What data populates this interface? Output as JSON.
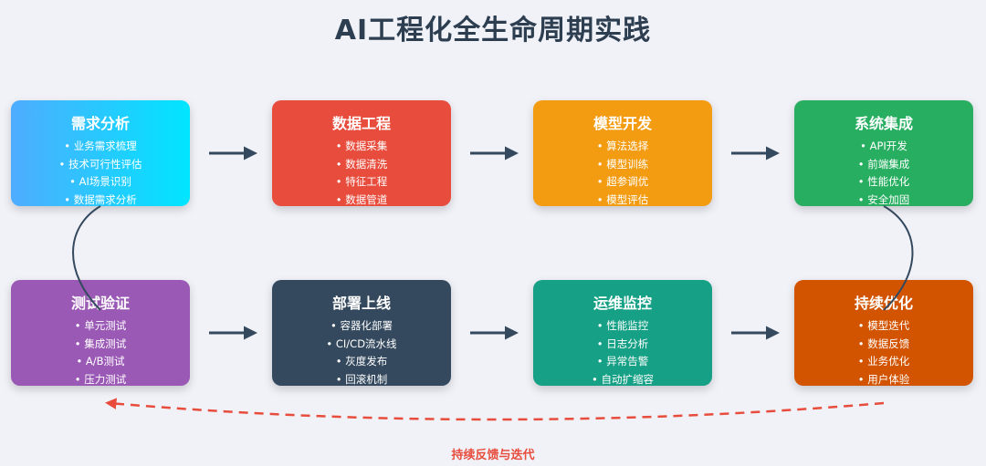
{
  "title": "AI工程化全生命周期实践",
  "stages": [
    {
      "title": "需求分析",
      "color_from": "#4facfe",
      "color_to": "#00e5ff",
      "items": [
        "业务需求梳理",
        "技术可行性评估",
        "AI场景识别",
        "数据需求分析"
      ]
    },
    {
      "title": "数据工程",
      "color_from": "#e74c3c",
      "color_to": "#e74c3c",
      "items": [
        "数据采集",
        "数据清洗",
        "特征工程",
        "数据管道"
      ]
    },
    {
      "title": "模型开发",
      "color_from": "#f39c12",
      "color_to": "#f39c12",
      "items": [
        "算法选择",
        "模型训练",
        "超参调优",
        "模型评估"
      ]
    },
    {
      "title": "系统集成",
      "color_from": "#27ae60",
      "color_to": "#27ae60",
      "items": [
        "API开发",
        "前端集成",
        "性能优化",
        "安全加固"
      ]
    },
    {
      "title": "测试验证",
      "color_from": "#9b59b6",
      "color_to": "#9b59b6",
      "items": [
        "单元测试",
        "集成测试",
        "A/B测试",
        "压力测试"
      ]
    },
    {
      "title": "部署上线",
      "color_from": "#34495e",
      "color_to": "#34495e",
      "items": [
        "容器化部署",
        "CI/CD流水线",
        "灰度发布",
        "回滚机制"
      ]
    },
    {
      "title": "运维监控",
      "color_from": "#16a085",
      "color_to": "#16a085",
      "items": [
        "性能监控",
        "日志分析",
        "异常告警",
        "自动扩缩容"
      ]
    },
    {
      "title": "持续优化",
      "color_from": "#d35400",
      "color_to": "#d35400",
      "items": [
        "模型迭代",
        "数据反馈",
        "业务优化",
        "用户体验"
      ]
    }
  ],
  "feedback_label": "持续反馈与迭代",
  "colors": {
    "arrow": "#34495e",
    "feedback": "#e74c3c",
    "title": "#2c3e50"
  }
}
